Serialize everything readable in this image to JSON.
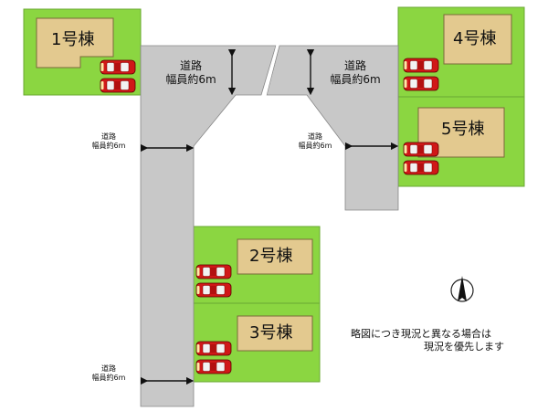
{
  "houses": [
    {
      "label": "1号棟"
    },
    {
      "label": "2号棟"
    },
    {
      "label": "3号棟"
    },
    {
      "label": "4号棟"
    },
    {
      "label": "5号棟"
    }
  ],
  "roads": {
    "top_left": {
      "line1": "道路",
      "line2": "幅員約6m"
    },
    "top_right": {
      "line1": "道路",
      "line2": "幅員約6m"
    },
    "mid_left": {
      "line1": "道路",
      "line2": "幅員約6m"
    },
    "mid_right": {
      "line1": "道路",
      "line2": "幅員約6m"
    },
    "bottom_left": {
      "line1": "道路",
      "line2": "幅員約6m"
    }
  },
  "note": {
    "line1": "略図につき現況と異なる場合は",
    "line2": "現況を優先します"
  },
  "colors": {
    "lot_green": "#8bd641",
    "house_tan": "#e3c98f",
    "road_gray": "#c8c8c8",
    "car_red": "#d01818"
  },
  "icons": [
    "compass-north-icon",
    "car-icon"
  ]
}
